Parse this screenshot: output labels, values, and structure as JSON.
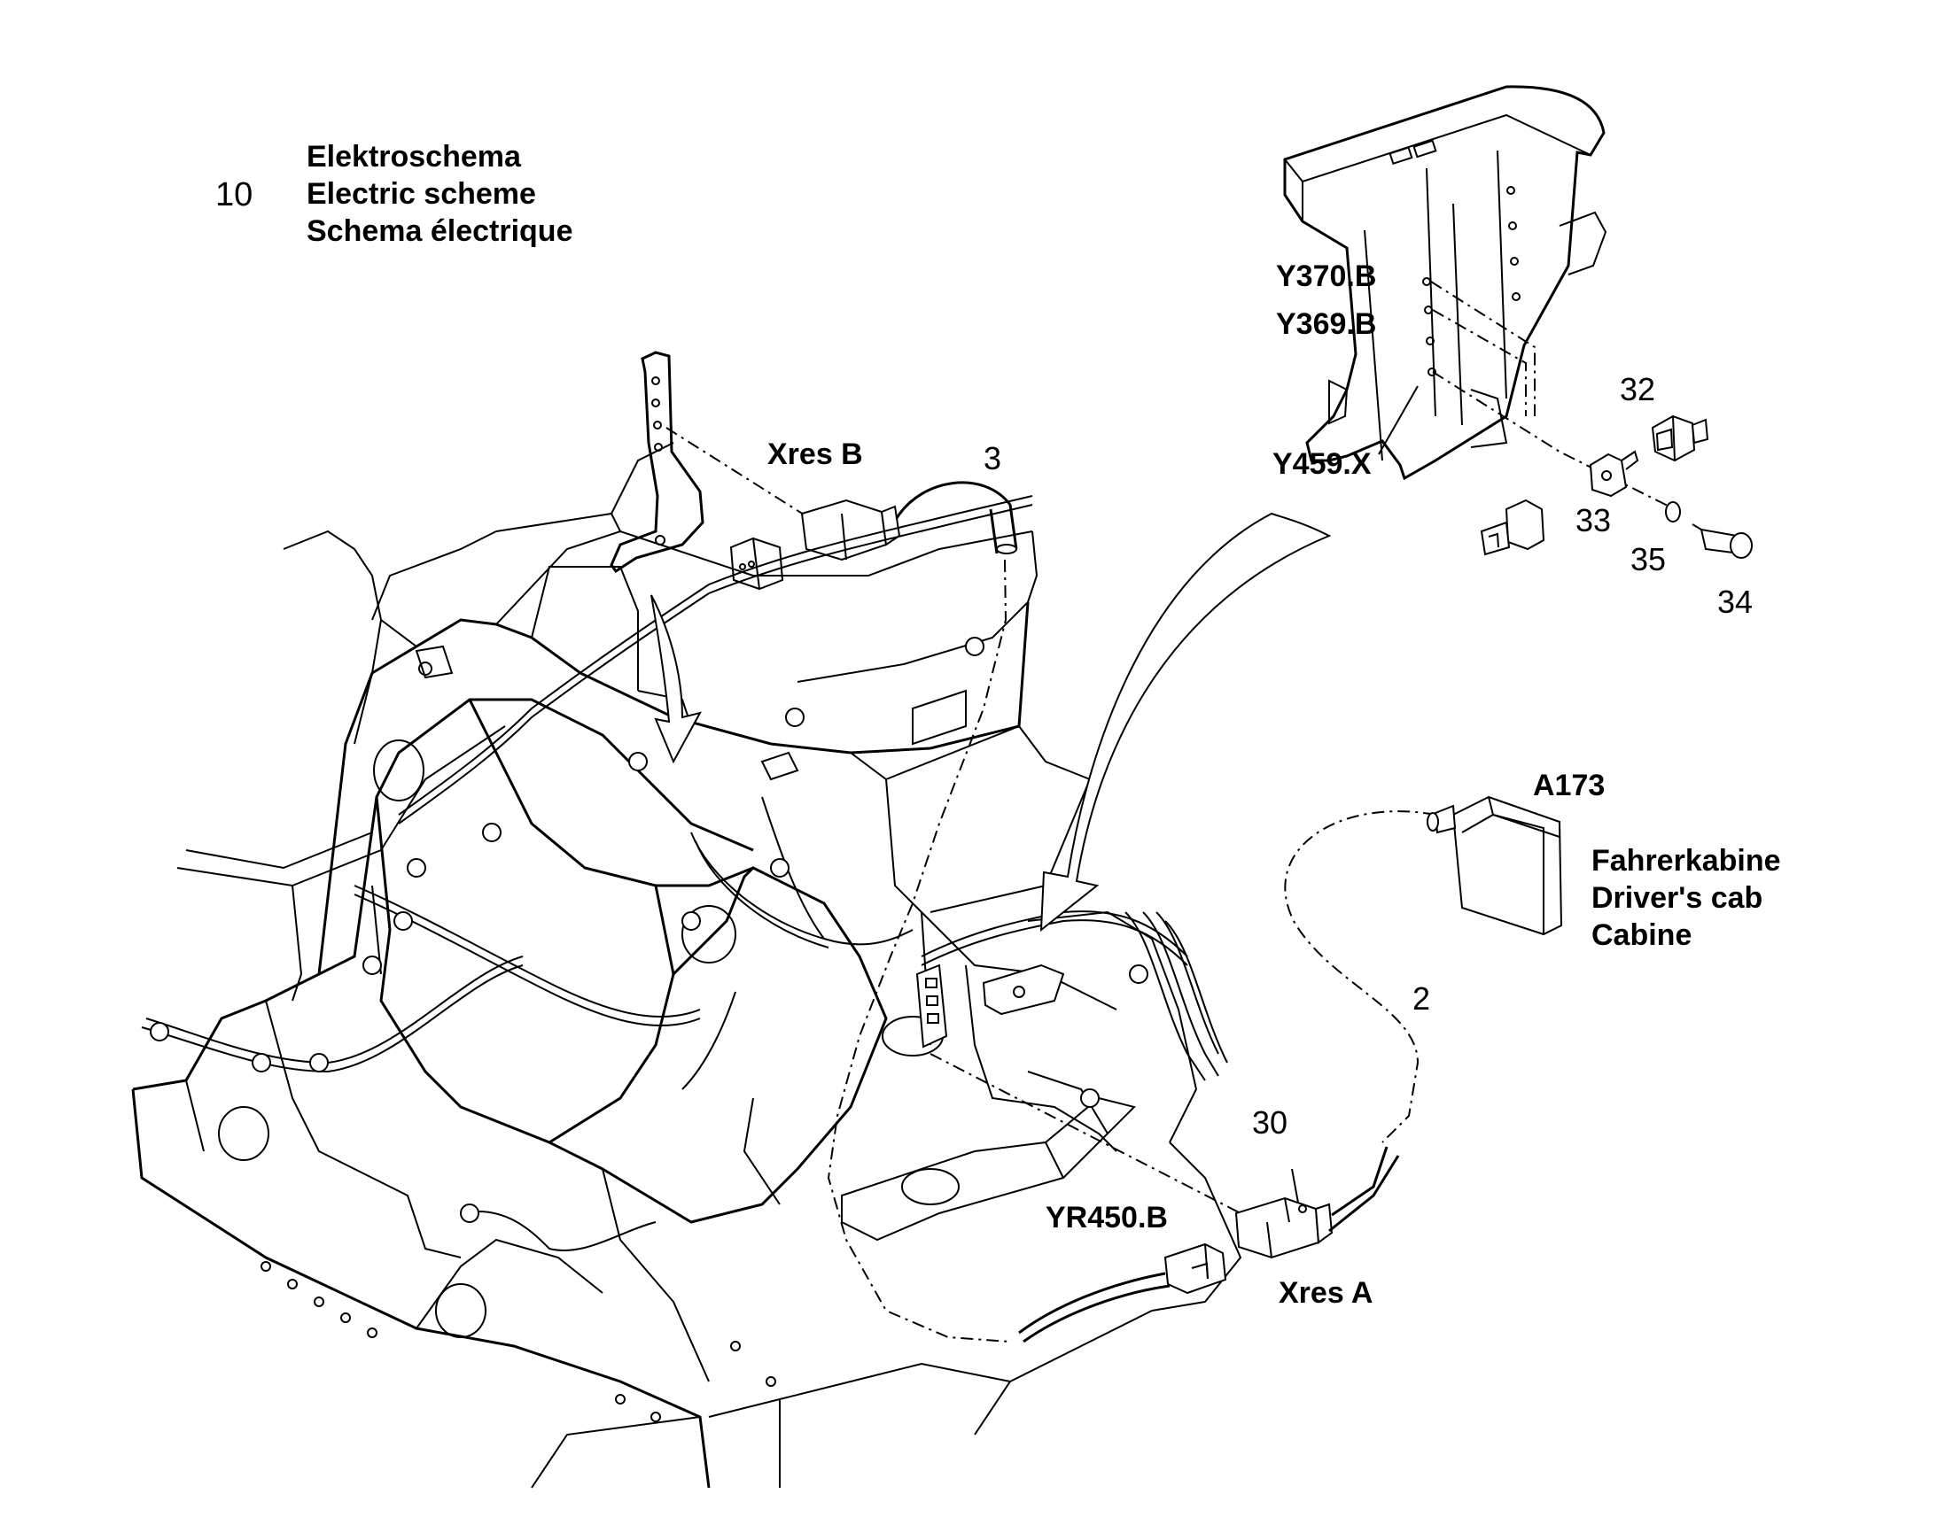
{
  "legend": {
    "number": "10",
    "line_de": "Elektroschema",
    "line_en": "Electric scheme",
    "line_fr": "Schema électrique"
  },
  "labels": {
    "xres_b": "Xres B",
    "part_3": "3",
    "y370b": "Y370.B",
    "y369b": "Y369.B",
    "y459x": "Y459.X",
    "part_32": "32",
    "part_33": "33",
    "part_35": "35",
    "part_34": "34",
    "a173": "A173",
    "part_2": "2",
    "part_30": "30",
    "yr450b": "YR450.B",
    "xres_a": "Xres A"
  },
  "cab": {
    "line_de": "Fahrerkabine",
    "line_en": "Driver's cab",
    "line_fr": "Cabine"
  }
}
